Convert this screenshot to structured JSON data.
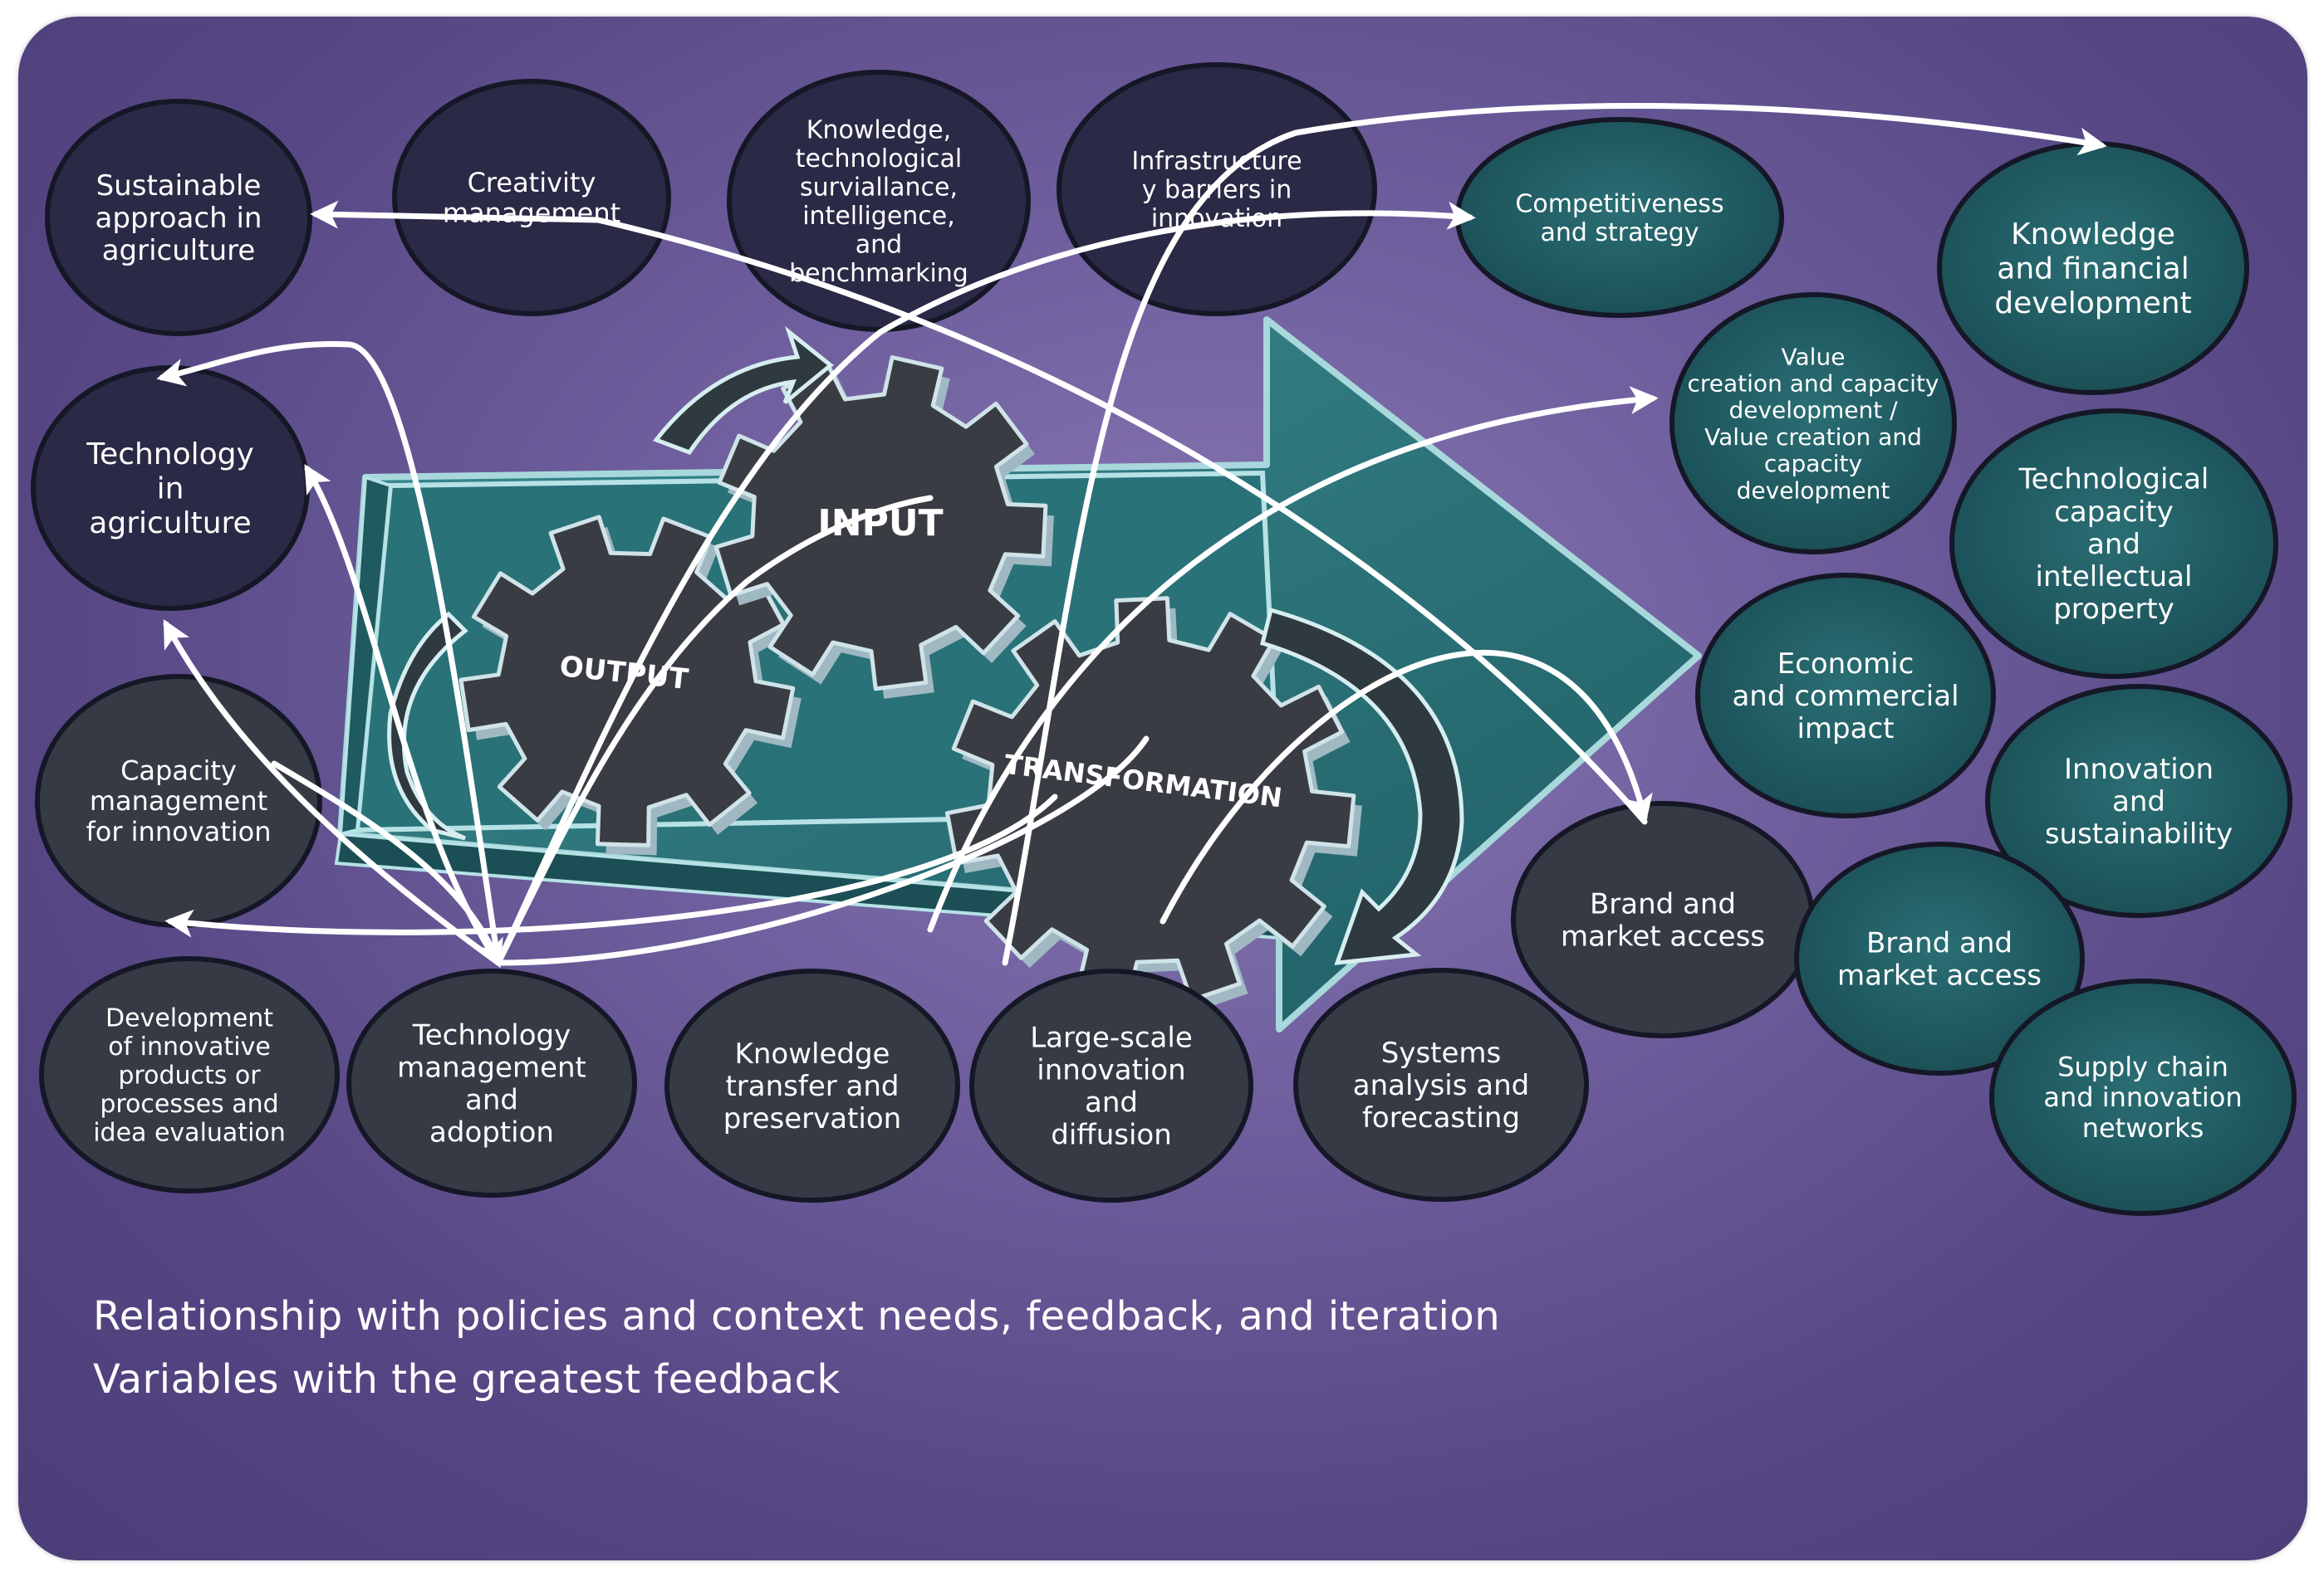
{
  "colors": {
    "background": "#5d4e8d",
    "dark_node": "#2a2946",
    "gray_node": "#363a45",
    "teal_node": "#1f5c63",
    "node_border": "#151726",
    "gear": "#3a3c44",
    "gear_teeth": "#9fb8c2",
    "platform": "#2f7b80",
    "arrows": "#ffffff"
  },
  "gears": {
    "input": "INPUT",
    "output": "OUTPUT",
    "transformation": "TRANSFORMATION"
  },
  "nodes": [
    {
      "id": "sustainable",
      "group": "dark",
      "lines": [
        "Sustainable",
        "approach in",
        "agriculture"
      ]
    },
    {
      "id": "creativity",
      "group": "dark",
      "lines": [
        "Creativity",
        "management"
      ]
    },
    {
      "id": "knowledge-tech",
      "group": "dark",
      "lines": [
        "Knowledge,",
        "technological",
        "surviallance,",
        "intelligence,",
        "and",
        "benchmarking"
      ]
    },
    {
      "id": "infrastructure",
      "group": "dark",
      "lines": [
        "Infrastructure",
        "y barriers in",
        "innovation"
      ]
    },
    {
      "id": "tech-agri",
      "group": "dark",
      "lines": [
        "Technology",
        "in",
        "agriculture"
      ]
    },
    {
      "id": "capacity-mgmt",
      "group": "gray",
      "lines": [
        "Capacity",
        "management",
        "for innovation"
      ]
    },
    {
      "id": "development",
      "group": "gray",
      "lines": [
        "Development",
        "of innovative",
        "products or",
        "processes and",
        "idea evaluation"
      ]
    },
    {
      "id": "tech-mgmt",
      "group": "gray",
      "lines": [
        "Technology",
        "management",
        "and",
        "adoption"
      ]
    },
    {
      "id": "knowledge-transfer",
      "group": "gray",
      "lines": [
        "Knowledge",
        "transfer and",
        "preservation"
      ]
    },
    {
      "id": "large-scale",
      "group": "gray",
      "lines": [
        "Large-scale",
        "innovation",
        "and",
        "diffusion"
      ]
    },
    {
      "id": "systems",
      "group": "gray",
      "lines": [
        "Systems",
        "analysis and",
        "forecasting"
      ]
    },
    {
      "id": "brand-1",
      "group": "gray",
      "lines": [
        "Brand and",
        "market access"
      ]
    },
    {
      "id": "competitiveness",
      "group": "teal",
      "lines": [
        "Competitiveness",
        "and strategy"
      ]
    },
    {
      "id": "knowledge-financial",
      "group": "teal",
      "lines": [
        "Knowledge",
        "and financial",
        "development"
      ]
    },
    {
      "id": "value-creation",
      "group": "teal",
      "lines": [
        "Value",
        "creation and capacity",
        "development /",
        "Value creation and",
        "capacity",
        "development"
      ]
    },
    {
      "id": "tech-capacity",
      "group": "teal",
      "lines": [
        "Technological",
        "capacity",
        "and",
        "intellectual",
        "property"
      ]
    },
    {
      "id": "economic",
      "group": "teal",
      "lines": [
        "Economic",
        "and commercial",
        "impact"
      ]
    },
    {
      "id": "innovation-sust",
      "group": "teal",
      "lines": [
        "Innovation",
        "and",
        "sustainability"
      ]
    },
    {
      "id": "brand-2",
      "group": "teal",
      "lines": [
        "Brand and",
        "market access"
      ]
    },
    {
      "id": "supply-chain",
      "group": "teal",
      "lines": [
        "Supply chain",
        "and innovation",
        "networks"
      ]
    }
  ],
  "footer": {
    "line1": "Relationship with policies and context needs, feedback, and iteration",
    "line2": "Variables with the greatest feedback"
  }
}
